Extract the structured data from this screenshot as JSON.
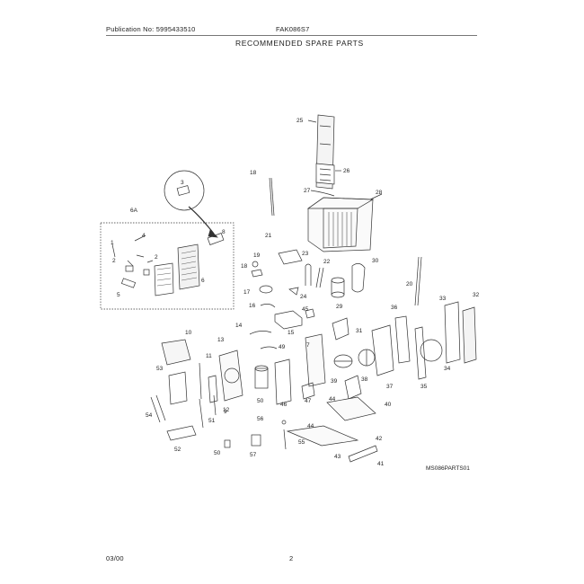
{
  "header": {
    "publication": "Publication No: 5995433510",
    "model": "FAK086S7",
    "title": "RECOMMENDED SPARE PARTS"
  },
  "footer": {
    "date": "03/00",
    "page": "2"
  },
  "diagram": {
    "code": "MS086PARTS01",
    "labels": [
      "25",
      "26",
      "27",
      "28",
      "18",
      "6A",
      "8",
      "3",
      "4",
      "2",
      "1",
      "2",
      "6",
      "5",
      "21",
      "19",
      "18",
      "17",
      "16",
      "23",
      "22",
      "30",
      "24",
      "29",
      "20",
      "33",
      "32",
      "45",
      "15",
      "14",
      "31",
      "10",
      "13",
      "49",
      "36",
      "7",
      "11",
      "53",
      "9",
      "50",
      "46",
      "39",
      "38",
      "37",
      "34",
      "35",
      "47",
      "40",
      "44",
      "12",
      "54",
      "51",
      "56",
      "44",
      "55",
      "42",
      "52",
      "50",
      "57",
      "43",
      "41"
    ]
  }
}
